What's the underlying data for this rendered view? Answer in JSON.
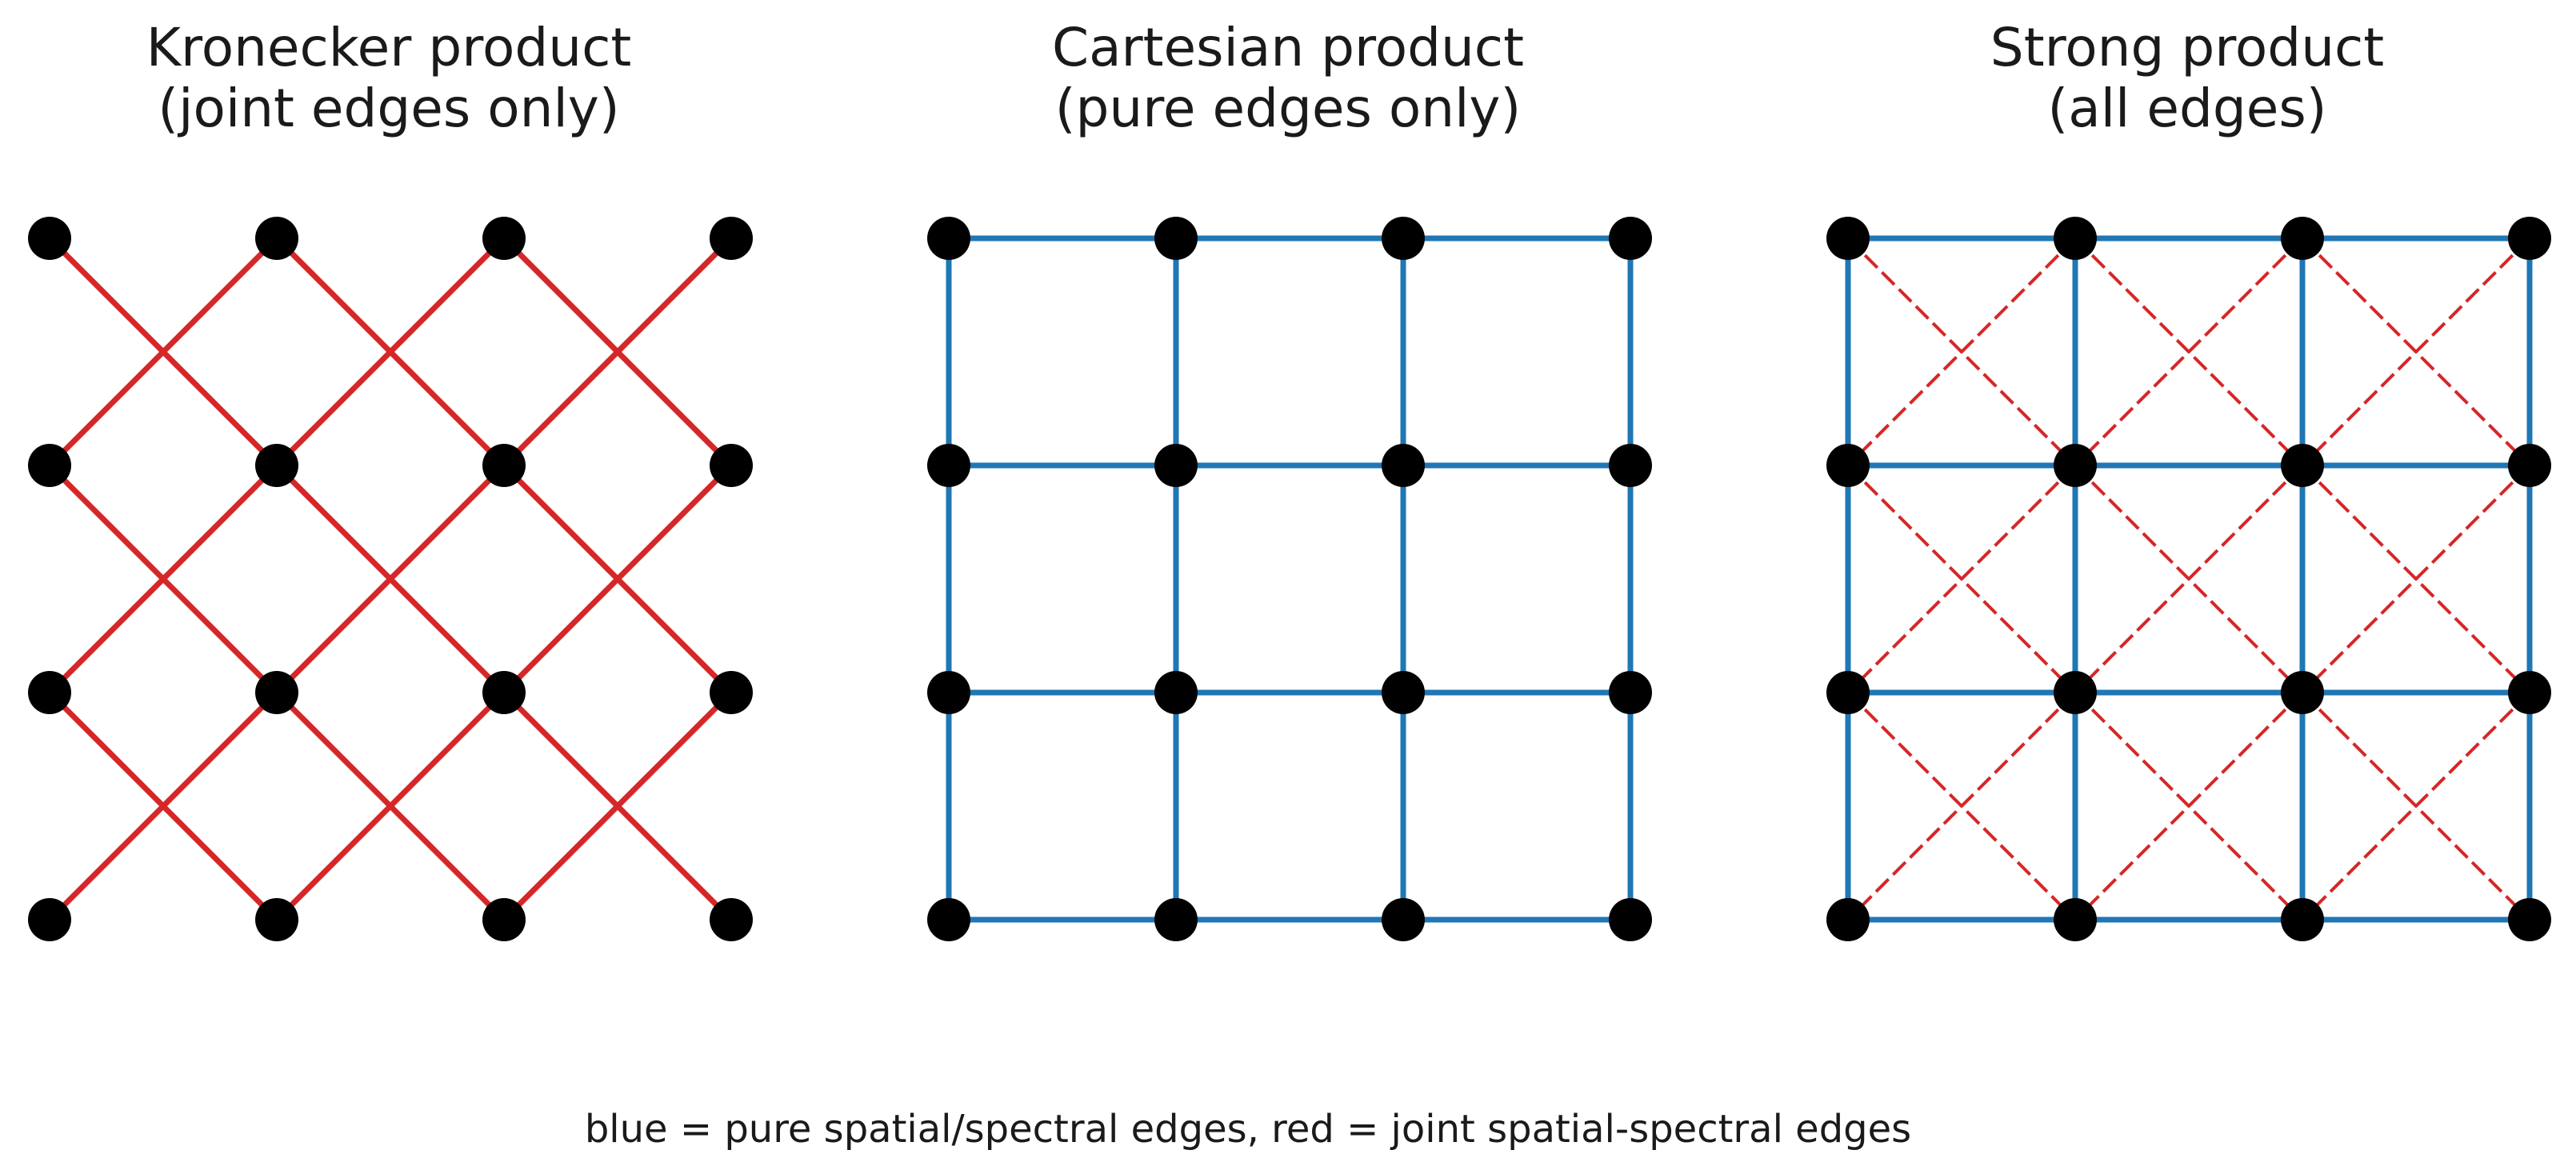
{
  "colors": {
    "pure_edge": "#1f77b4",
    "joint_edge": "#d62728",
    "node": "#000000"
  },
  "grid": {
    "rows": 4,
    "cols": 4
  },
  "panels": [
    {
      "id": "kronecker",
      "title_line1": "Kronecker product",
      "title_line2": "(joint edges only)",
      "edge_types": [
        "joint"
      ],
      "joint_style": "solid"
    },
    {
      "id": "cartesian",
      "title_line1": "Cartesian product",
      "title_line2": "(pure edges only)",
      "edge_types": [
        "pure"
      ],
      "joint_style": "solid"
    },
    {
      "id": "strong",
      "title_line1": "Strong product",
      "title_line2": "(all edges)",
      "edge_types": [
        "pure",
        "joint"
      ],
      "joint_style": "dashed"
    }
  ],
  "caption": "blue = pure spatial/spectral edges,  red = joint spatial-spectral edges"
}
